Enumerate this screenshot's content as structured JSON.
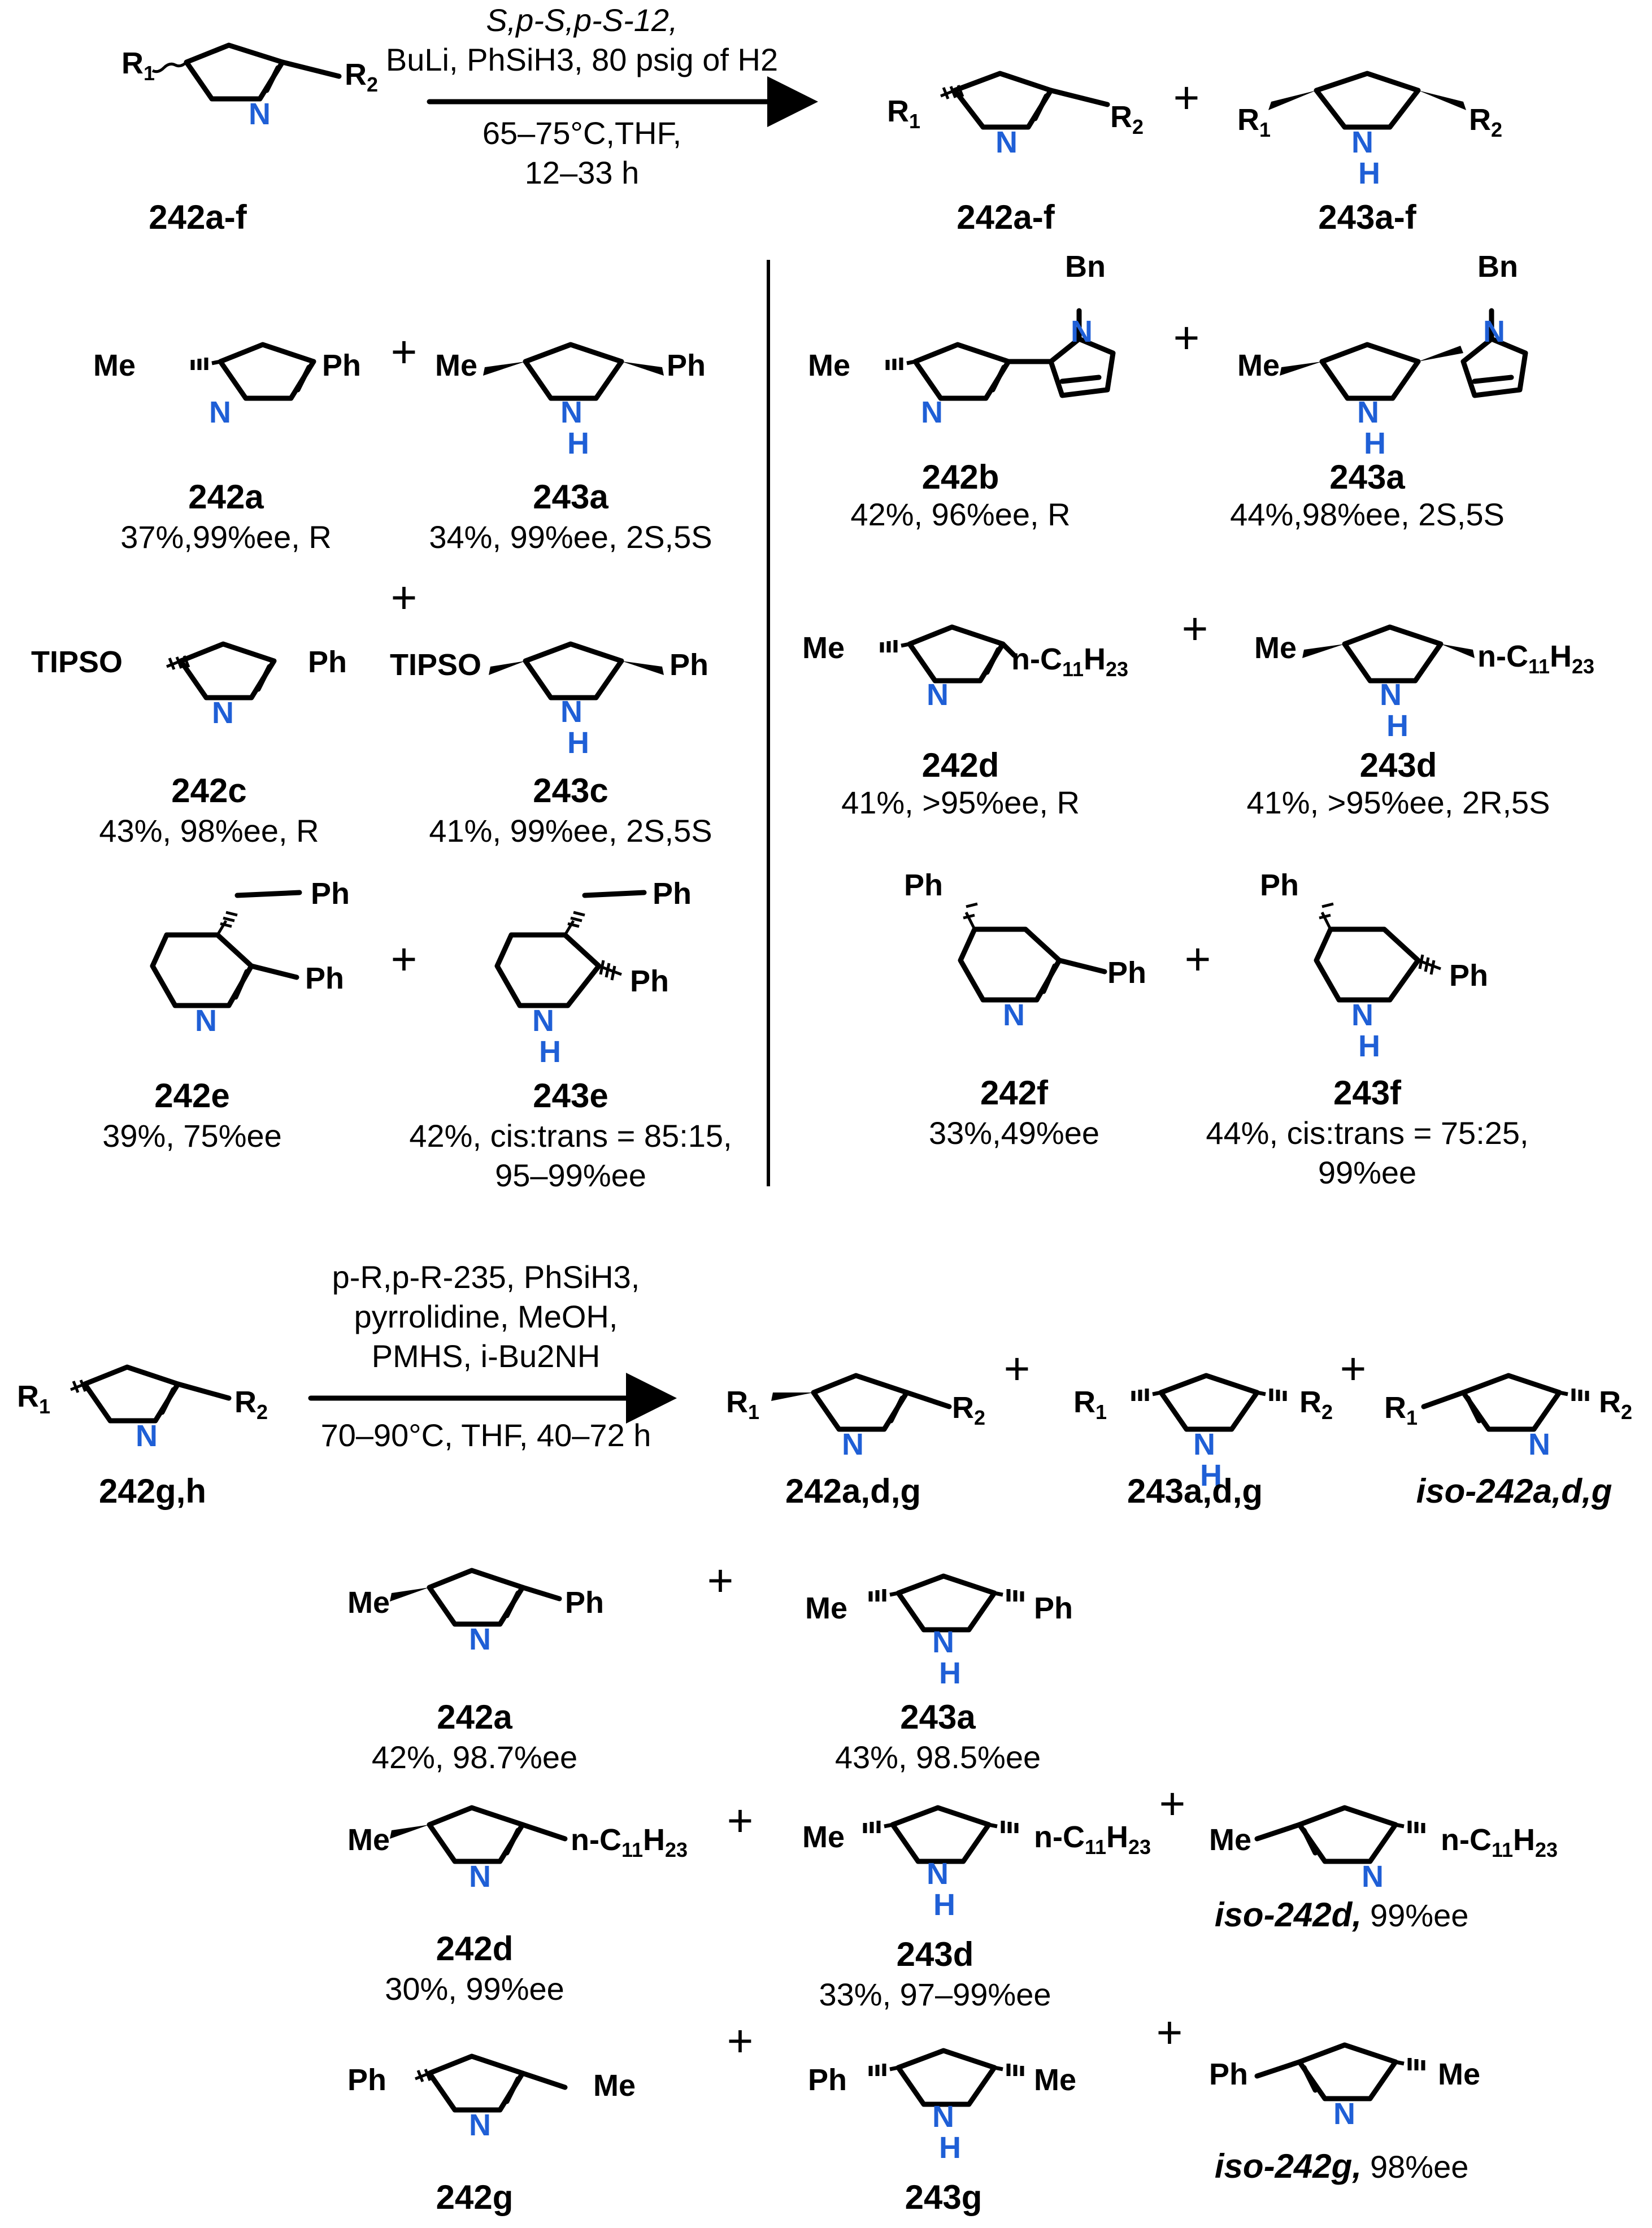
{
  "scheme1": {
    "conditions": [
      "S,p-S,p-S-12,",
      "BuLi, PhSiH3, 80 psig of H2",
      "65–75°C,THF,",
      "12–33 h"
    ],
    "start_label": "242a-f",
    "product1_label": "242a-f",
    "product2_label": "243a-f"
  },
  "scheme1_entries": [
    {
      "imine_label": "242a",
      "imine_result": "37%,99%ee, R",
      "amine_label": "243a",
      "amine_result": "34%, 99%ee, 2S,5S"
    },
    {
      "imine_label": "242b",
      "imine_result": "42%, 96%ee, R",
      "amine_label": "243a",
      "amine_result": "44%,98%ee, 2S,5S"
    },
    {
      "imine_label": "242c",
      "imine_result": "43%, 98%ee, R",
      "amine_label": "243c",
      "amine_result": "41%, 99%ee, 2S,5S"
    },
    {
      "imine_label": "242d",
      "imine_result": "41%, >95%ee, R",
      "amine_label": "243d",
      "amine_result": "41%, >95%ee, 2R,5S"
    },
    {
      "imine_label": "242e",
      "imine_result": "39%, 75%ee",
      "amine_label": "243e",
      "amine_result": [
        "42%, cis:trans = 85:15,",
        "95–99%ee"
      ]
    },
    {
      "imine_label": "242f",
      "imine_result": "33%,49%ee",
      "amine_label": "243f",
      "amine_result": [
        "44%, cis:trans = 75:25,",
        "99%ee"
      ]
    }
  ],
  "scheme2": {
    "conditions": [
      "p-R,p-R-235, PhSiH3,",
      "pyrrolidine, MeOH,",
      "PMHS, i-Bu2NH",
      "70–90°C, THF, 40–72 h"
    ],
    "start_label": "242g,h",
    "product1_label": "242a,d,g",
    "product2_label": "243a,d,g",
    "product3_label": "iso-242a,d,g"
  },
  "scheme2_entries": [
    {
      "imine_label": "242a",
      "imine_result": "42%, 98.7%ee",
      "amine_label": "243a",
      "amine_result": "43%, 98.5%ee",
      "iso_label": "",
      "iso_result": ""
    },
    {
      "imine_label": "242d",
      "imine_result": "30%, 99%ee",
      "amine_label": "243d",
      "amine_result": "33%, 97–99%ee",
      "iso_label": "iso-242d,",
      "iso_result": "99%ee"
    },
    {
      "imine_label": "242g",
      "imine_result": "",
      "amine_label": "243g",
      "amine_result": "",
      "iso_label": "iso-242g,",
      "iso_result": "98%ee"
    }
  ],
  "atoms": {
    "N": "N",
    "H": "H",
    "R1": "R1",
    "R2": "R2",
    "Me": "Me",
    "Ph": "Ph",
    "Bn": "Bn",
    "TIPSO": "TIPSO",
    "undecyl": "n-C11H23"
  },
  "plus_sign": "+",
  "colors": {
    "nitrogen": "#1f5fd6",
    "ink": "#000000"
  }
}
